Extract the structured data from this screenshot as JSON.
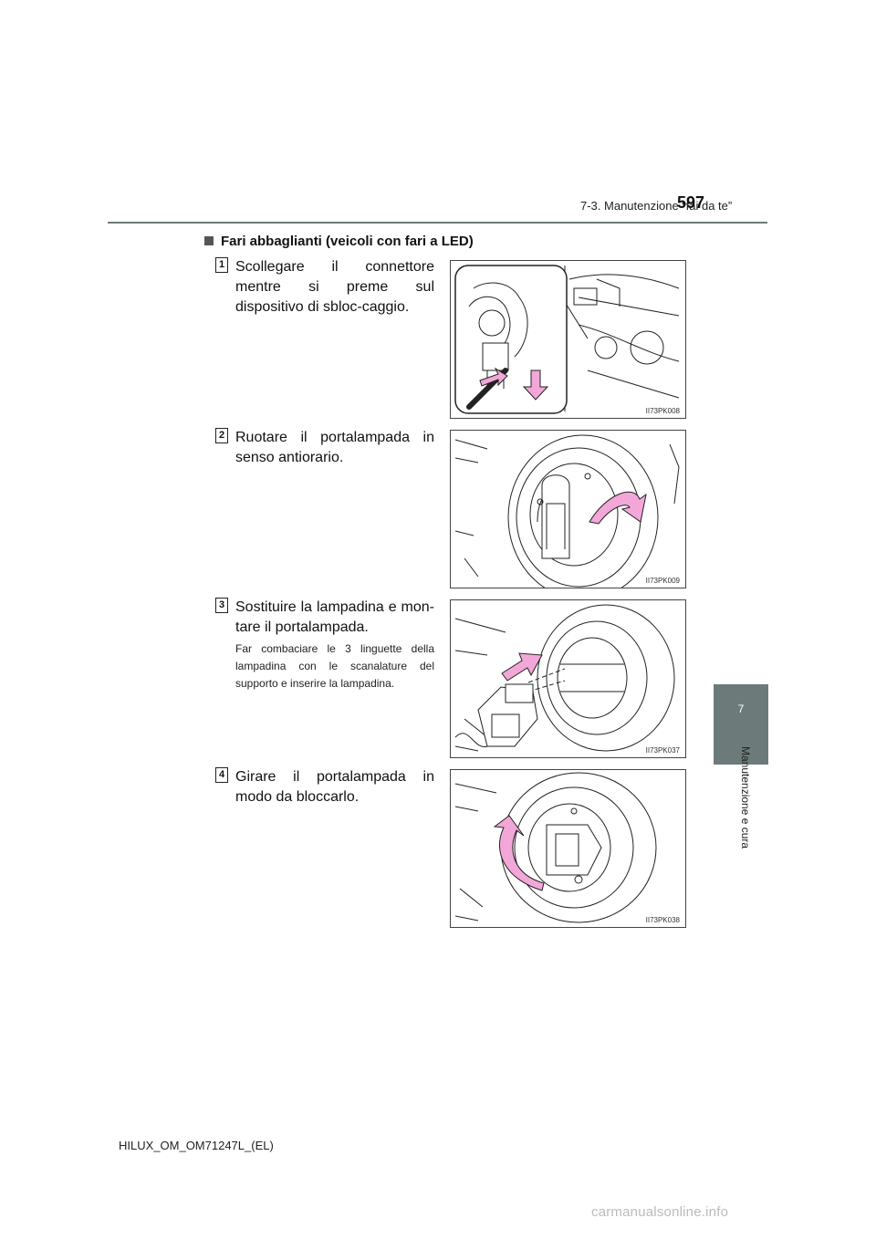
{
  "header": {
    "section": "7-3. Manutenzione “fai da te”",
    "page_number": "597"
  },
  "section_title": "Fari abbaglianti (veicoli con fari a LED)",
  "steps": [
    {
      "number": "1",
      "text": "Scollegare il connettore mentre si preme sul dispositivo di sbloc-caggio.",
      "figure_code": "II73PK008"
    },
    {
      "number": "2",
      "text": "Ruotare il portalampada in senso antiorario.",
      "figure_code": "II73PK009"
    },
    {
      "number": "3",
      "text": "Sostituire la lampadina e mon-tare il portalampada.",
      "note": "Far combaciare le 3 linguette della lampadina con le scanalature del supporto e inserire la lampadina.",
      "figure_code": "II73PK037"
    },
    {
      "number": "4",
      "text": "Girare il portalampada in modo da bloccarlo.",
      "figure_code": "II73PK038"
    }
  ],
  "side_tab": {
    "chapter": "7",
    "label": "Manutenzione e cura"
  },
  "footer": {
    "doc_id": "HILUX_OM_OM71247L_(EL)"
  },
  "watermark": "carmanualsonline.info",
  "colors": {
    "tab_gray": "#6d7a7a",
    "arrow_pink": "#f2a7d8"
  }
}
